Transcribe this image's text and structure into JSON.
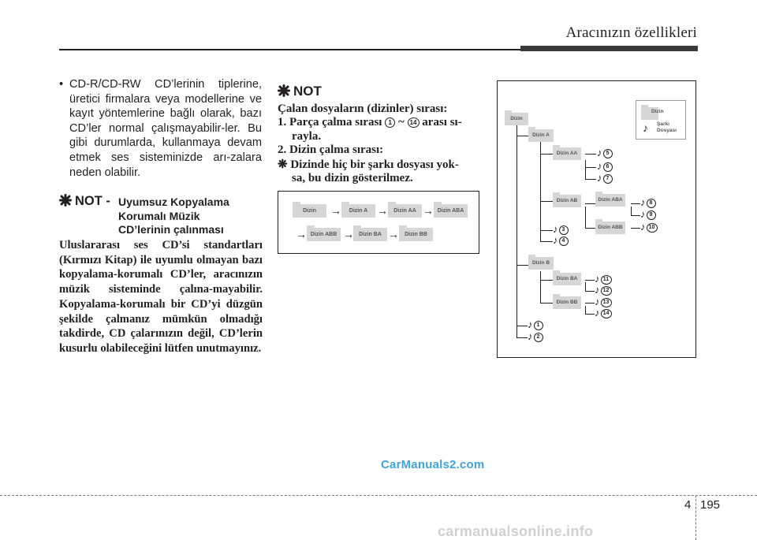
{
  "header": {
    "title": "Aracınızın özellikleri"
  },
  "left": {
    "bullet_char": "•",
    "bullet_text": "CD-R/CD-RW CD’lerinin tiplerine, üretici firmalara veya modellerine ve kayıt yöntemlerine bağlı olarak, bazı CD’ler normal çalışmayabilir-ler. Bu gibi durumlarda, kullanmaya devam etmek ses sisteminizde arı-zalara neden olabilir.",
    "note_label": "NOT -",
    "note_sub1": "Uyumsuz Kopyalama",
    "note_sub2": "Korumalı Müzik",
    "note_sub3": "CD’lerinin çalınması",
    "note_body": "Uluslararası ses CD’si standartları (Kırmızı Kitap) ile uyumlu olmayan bazı kopyalama-korumalı CD’ler, aracınızın müzik sisteminde çalına-mayabilir. Kopyalama-korumalı bir CD’yi düzgün şekilde çalmanız mümkün olmadığı takdirde, CD çalarınızın değil, CD’lerin kusurlu olabileceğini lütfen unutmayınız."
  },
  "middle": {
    "note_label": "NOT",
    "line1": "Çalan dosyaların (dizinler) sırası:",
    "line2_a": "1. Parça çalma sırası",
    "line2_n1": "1",
    "line2_tilde": "~",
    "line2_n2": "14",
    "line2_b": "arası sı-",
    "line3": "rayla.",
    "line4": "2. Dizin çalma sırası:",
    "line5_mark": "❋",
    "line5": "Dizinde hiç bir şarkı dosyası yok-",
    "line6": "sa, bu dizin gösterilmez.",
    "flow": {
      "row1": [
        "Dizin",
        "Dizin A",
        "Dizin AA",
        "Dizin ABA"
      ],
      "row2": [
        "Dizin ABB",
        "Dizin BA",
        "Dizin BB"
      ]
    }
  },
  "tree": {
    "root": "Dizin",
    "a": "Dizin A",
    "aa": "Dizin AA",
    "ab": "Dizin AB",
    "aba": "Dizin ABA",
    "abb": "Dizin ABB",
    "b": "Dizin B",
    "ba": "Dizin BA",
    "bb": "Dizin BB",
    "tracks": [
      "1",
      "2",
      "3",
      "4",
      "5",
      "6",
      "7",
      "8",
      "9",
      "10",
      "11",
      "12",
      "13",
      "14"
    ],
    "legend_folder": "Dizin",
    "legend_song_1": "Şarkı",
    "legend_song_2": "Dosyası"
  },
  "footer": {
    "watermark": "CarManuals2.com",
    "chapter": "4",
    "page": "195",
    "site": "carmanualsonline.info"
  }
}
